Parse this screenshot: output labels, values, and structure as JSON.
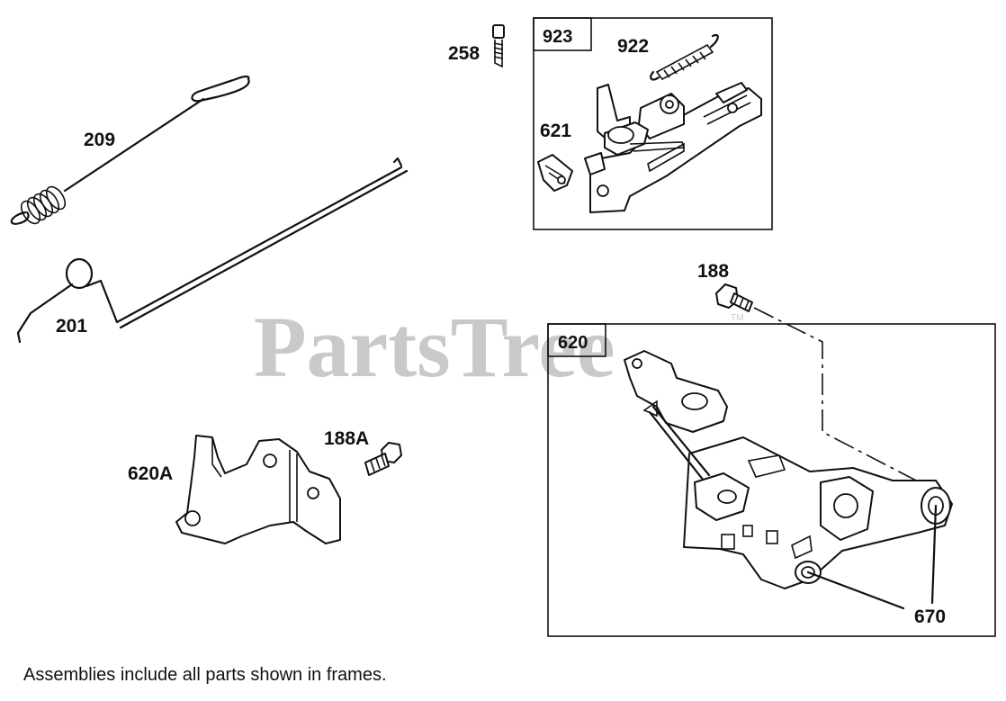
{
  "watermark": {
    "text": "PartsTree",
    "trademark": "TM"
  },
  "callouts": {
    "p209": "209",
    "p201": "201",
    "p258": "258",
    "p922": "922",
    "p621": "621",
    "p188": "188",
    "p188a": "188A",
    "p620a": "620A",
    "p670": "670"
  },
  "frames": {
    "f923": "923",
    "f620": "620"
  },
  "footer": {
    "note": "Assemblies include all parts shown in frames."
  },
  "colors": {
    "ink": "#111111",
    "watermark": "#c9c9c9",
    "background": "#ffffff"
  }
}
